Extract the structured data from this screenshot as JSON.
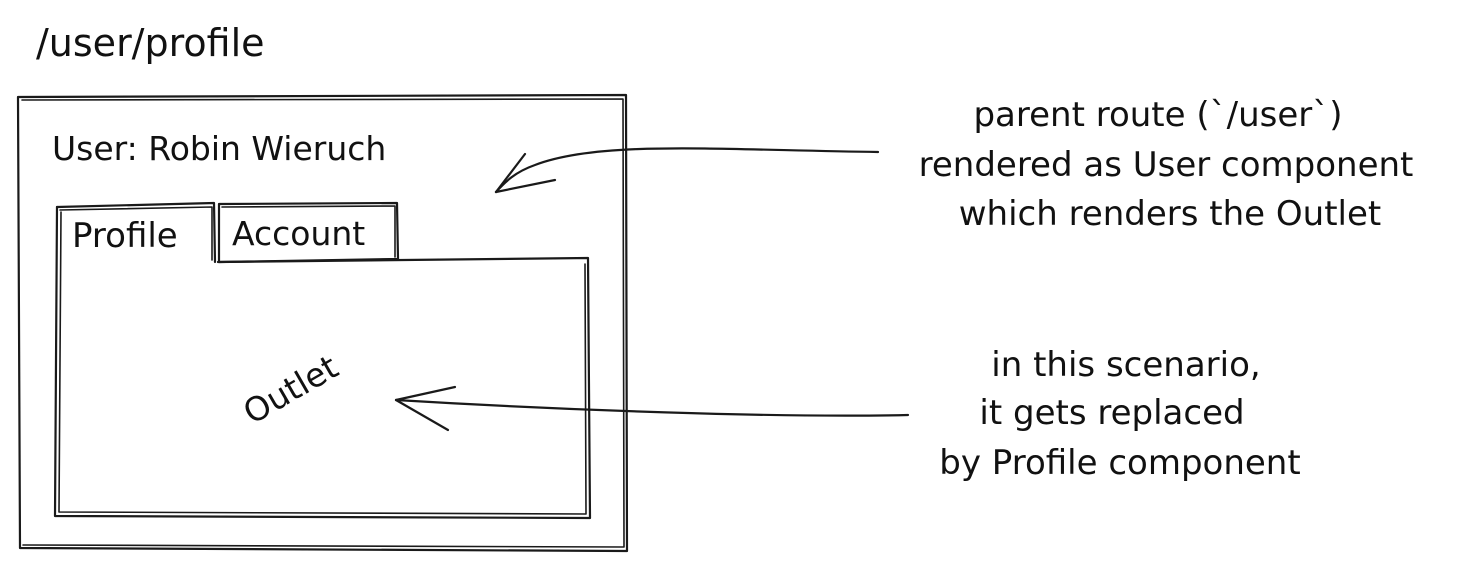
{
  "route_path": "/user/profile",
  "user_heading": "User: Robin Wieruch",
  "tabs": [
    {
      "label": "Profile"
    },
    {
      "label": "Account"
    }
  ],
  "outlet_label": "Outlet",
  "annotations": {
    "parent_route": [
      "parent route (`/user`)",
      "rendered as User component",
      "which renders the Outlet"
    ],
    "replacement": [
      "in this scenario,",
      "it gets replaced",
      "by Profile component"
    ]
  },
  "colors": {
    "ink": "#1a1a1a",
    "background": "#ffffff"
  }
}
